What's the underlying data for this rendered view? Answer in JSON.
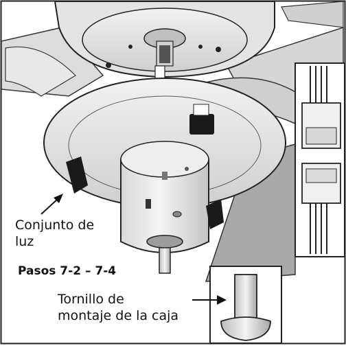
{
  "labels": {
    "assembly_line1": "Conjunto de",
    "assembly_line2": "luz",
    "steps": "Pasos 7-2 – 7-4",
    "screw_line1": "Tornillo de",
    "screw_line2": "montaje de la caja"
  },
  "colors": {
    "metal_light": "#e9e9e9",
    "metal_mid": "#cfcfcf",
    "metal_dark": "#8e8e8e",
    "blade": "#a9a9a9",
    "connector": "#1a1a1a",
    "outline": "#222222"
  }
}
